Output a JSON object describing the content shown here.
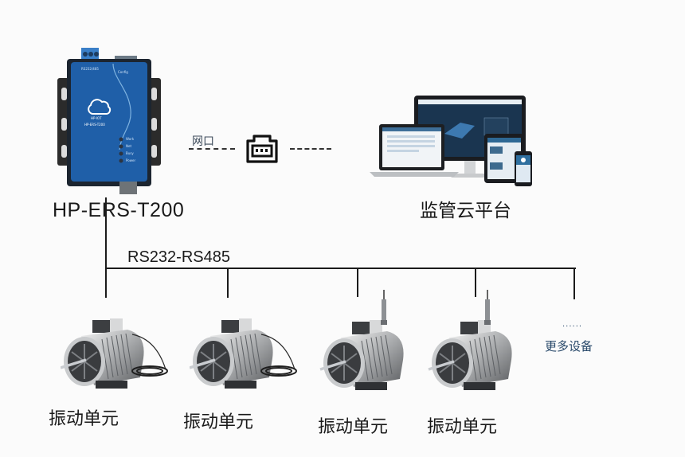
{
  "gateway": {
    "model_label": "HP-ERS-T200",
    "panel": {
      "brand": "HP-IOT",
      "model_print": "HP-ERS-T200",
      "port_labels": [
        "RS232/485",
        "Config"
      ],
      "leds": [
        "Work",
        "Net",
        "Busy",
        "Power"
      ]
    },
    "color": "#1f5fa8"
  },
  "network": {
    "link_label": "网口",
    "icon": "ethernet-port-icon"
  },
  "cloud": {
    "label": "监管云平台",
    "icon": "devices-screens-icon"
  },
  "bus": {
    "label": "RS232-RS485"
  },
  "units": [
    {
      "label": "振动单元",
      "variant": "motor-with-cable"
    },
    {
      "label": "振动单元",
      "variant": "motor-with-cable"
    },
    {
      "label": "振动单元",
      "variant": "motor-with-sensor"
    },
    {
      "label": "振动单元",
      "variant": "motor-with-sensor"
    }
  ],
  "more": {
    "dots": "......",
    "label": "更多设备",
    "color": "#2a4a6b"
  }
}
